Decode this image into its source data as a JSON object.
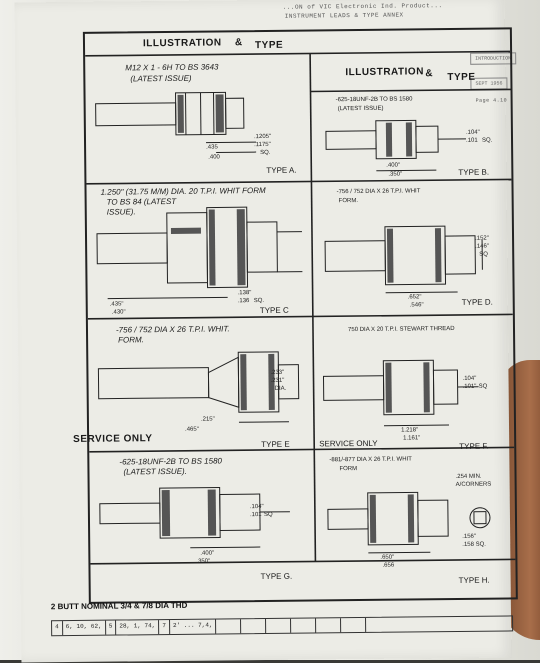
{
  "header": {
    "line1": "...ON of VIC Electronic Ind. Product...",
    "line2": "INSTRUMENT LEADS  &  TYPE  ANNEX"
  },
  "badges": [
    "INTRODUCTION",
    "SEPT  1956",
    "Page 4.10"
  ],
  "sheet": {
    "heading_left": "ILLUSTRATION",
    "heading_amp": "&",
    "heading_type": "TYPE",
    "heading_right": "ILLUSTRATION",
    "heading_right_amp": "&",
    "heading_right_type": "TYPE"
  },
  "cells": {
    "a": {
      "spec": "M12 x 1 - 6H TO BS 3643",
      "spec2": "(LATEST ISSUE)",
      "type": "TYPE A.",
      "dims": [
        ".435",
        ".400",
        ".1205\"",
        ".1175\"",
        "SQ."
      ]
    },
    "b": {
      "spec": "-625-18UNF-2B TO BS 1580",
      "spec2": "(LATEST ISSUE)",
      "type": "TYPE B.",
      "dims": [
        ".400\"",
        ".350\"",
        ".104\"",
        ".101",
        "SQ."
      ]
    },
    "c": {
      "spec": "1.250\" (31.75 M/M) DIA. 20 T.P.I. WHIT FORM",
      "spec2": "TO BS 84 (LATEST",
      "spec3": "ISSUE).",
      "type": "TYPE C",
      "dims": [
        ".435\"",
        ".430\"",
        ".138\"",
        ".136",
        "SQ."
      ]
    },
    "d": {
      "spec": "-756 / 752 DIA x 26 T.P.I. WHIT",
      "spec2": "FORM.",
      "type": "TYPE D.",
      "dims": [
        ".152\"",
        ".146\"",
        "SQ",
        ".652\"",
        ".546\""
      ]
    },
    "e": {
      "spec": "-756 / 752 DIA x 26 T.P.I. WHIT.",
      "spec2": "FORM.",
      "type": "TYPE E",
      "service": "SERVICE ONLY",
      "dims": [
        ".233\"",
        ".231\"",
        "DIA.",
        ".215\"",
        ".465\""
      ]
    },
    "f": {
      "spec": "750 DIA X 20 T.P.I. STEWART THREAD",
      "service": "SERVICE ONLY",
      "type": "TYPE F.",
      "dims": [
        ".104\"",
        ".101\"",
        "SQ",
        "1.218\"",
        "1.161\""
      ]
    },
    "g": {
      "spec": "-625-18UNF-2B TO BS 1580",
      "spec2": "(LATEST ISSUE).",
      "type": "TYPE G.",
      "dims": [
        ".104\"",
        ".101",
        "SQ",
        ".400\"",
        ".350\""
      ]
    },
    "h": {
      "spec": "-881/-877 DIA x 26 T.P.I. WHIT",
      "spec2": "FORM",
      "type": "TYPE H.",
      "dims": [
        ".254 MIN.",
        "A/CORNERS",
        ".650\"",
        ".656",
        ".156\"",
        ".158 SQ."
      ]
    }
  },
  "footer": {
    "label": "2 BUTT NOMINAL  3/4 & 7/8  DIA THD"
  },
  "table_cells": [
    "4",
    "6, 10, 62,",
    "5",
    "28, 1, 74,",
    "7",
    "2' ... 7,4,",
    "",
    "",
    "",
    "",
    "",
    "",
    ""
  ]
}
